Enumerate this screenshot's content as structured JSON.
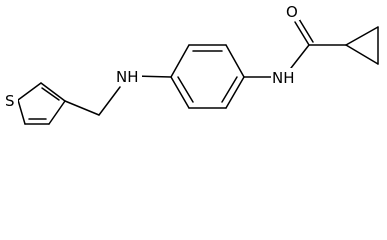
{
  "molecule": {
    "atoms": {
      "sulfur": "S",
      "amine_nh": "NH",
      "amide_nh": "NH",
      "carbonyl_o": "O"
    }
  },
  "colors": {
    "bond": "#000000",
    "label": "#000000",
    "background": "#ffffff"
  }
}
